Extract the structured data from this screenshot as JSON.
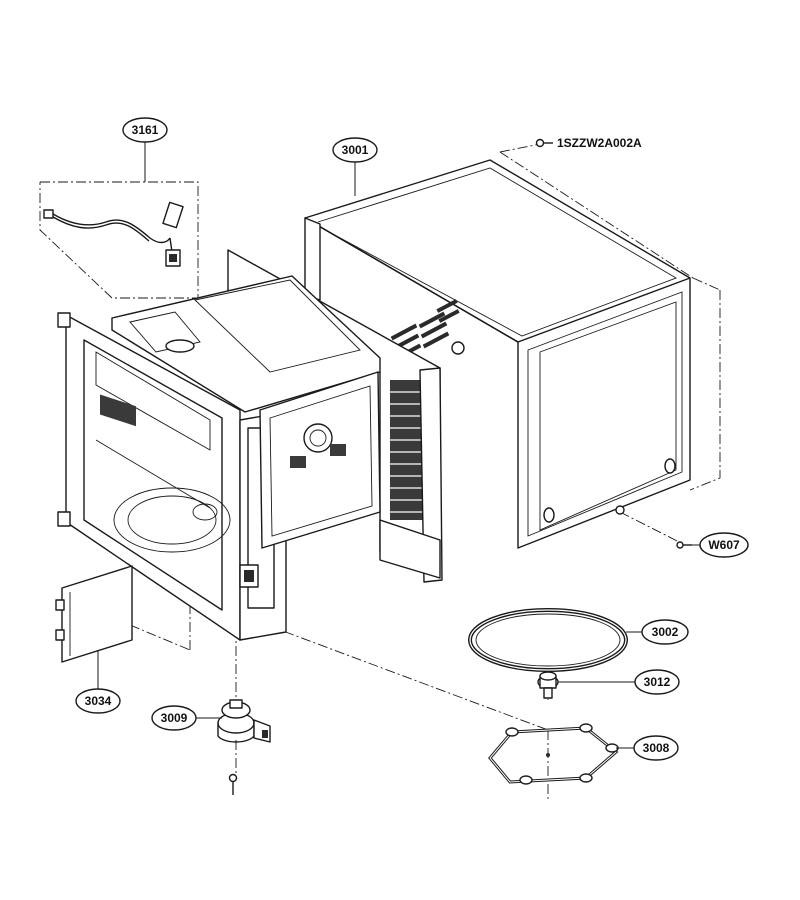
{
  "labels": {
    "p3161": "3161",
    "p3001": "3001",
    "screw_top": "1SZZW2A002A",
    "pW607": "W607",
    "p3002": "3002",
    "p3012": "3012",
    "p3008": "3008",
    "p3009": "3009",
    "p3034": "3034"
  }
}
